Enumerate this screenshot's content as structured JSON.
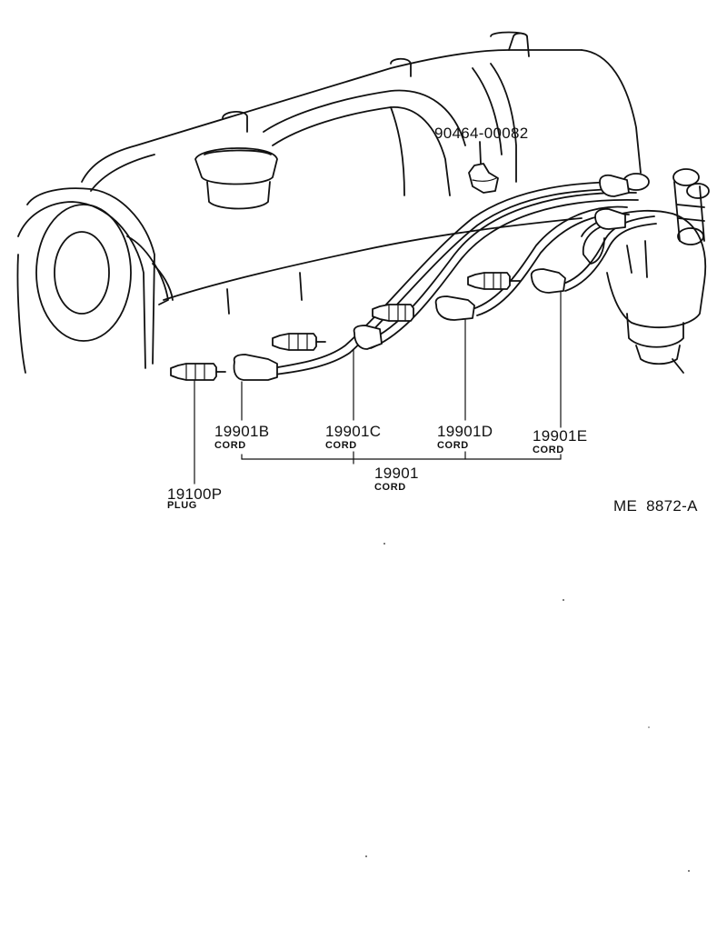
{
  "parts": {
    "clamp": {
      "number": "90464-00082"
    },
    "cord_b": {
      "number": "19901B",
      "name": "CORD"
    },
    "cord_c": {
      "number": "19901C",
      "name": "CORD"
    },
    "cord_d": {
      "number": "19901D",
      "name": "CORD"
    },
    "cord_e": {
      "number": "19901E",
      "name": "CORD"
    },
    "cord_set": {
      "number": "19901",
      "name": "CORD"
    },
    "plug": {
      "number": "19100P",
      "name": "PLUG"
    }
  },
  "diagram_code": "ME  8872-A"
}
